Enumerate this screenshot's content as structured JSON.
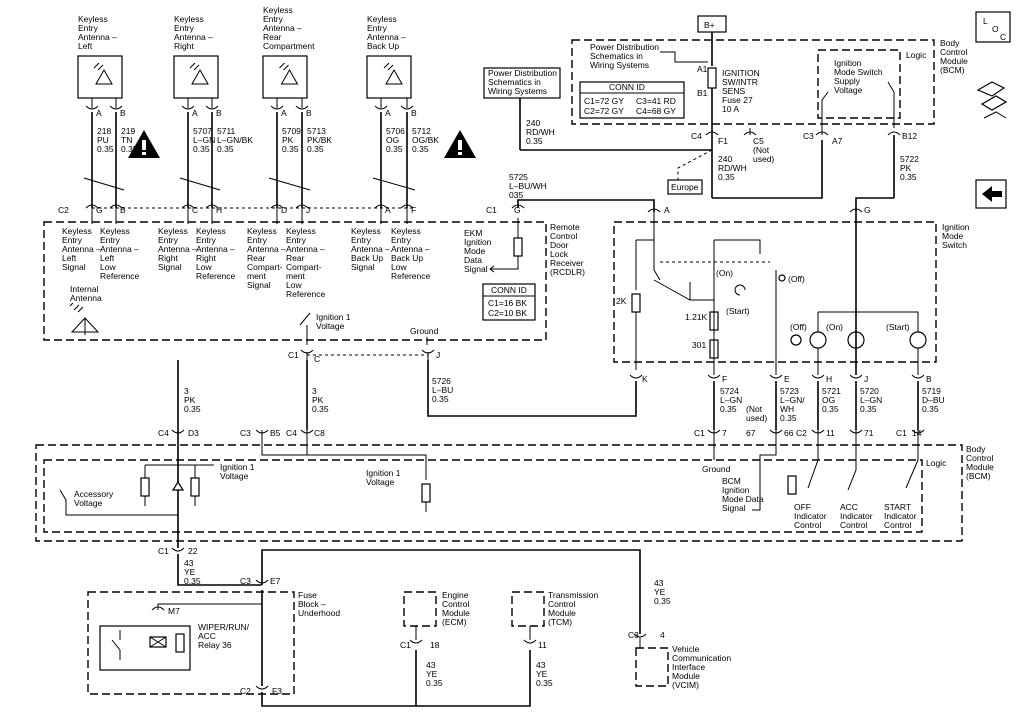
{
  "antennas": [
    {
      "title": [
        "Keyless",
        "Entry",
        "Antenna –",
        "Left"
      ],
      "pins": [
        "A",
        "B"
      ],
      "wires": [
        [
          "218",
          "PU",
          "0.35"
        ],
        [
          "219",
          "TN",
          "0.35"
        ]
      ],
      "conn": [
        "C2",
        "G",
        "B"
      ],
      "signals": [
        [
          "Keyless",
          "Entry",
          "Antenna –",
          "Left",
          "Signal"
        ],
        [
          "Keyless",
          "Entry",
          "Antenna –",
          "Left",
          "Low",
          "Reference"
        ]
      ]
    },
    {
      "title": [
        "Keyless",
        "Entry",
        "Antenna –",
        "Right"
      ],
      "pins": [
        "A",
        "B"
      ],
      "wires": [
        [
          "5707",
          "L–GN",
          "0.35"
        ],
        [
          "5711",
          "L–GN/BK",
          "0.35"
        ]
      ],
      "conn": [
        "",
        "C",
        "H"
      ],
      "signals": [
        [
          "Keyless",
          "Entry",
          "Antenna –",
          "Right",
          "Signal"
        ],
        [
          "Keyless",
          "Entry",
          "Antenna –",
          "Right",
          "Low",
          "Reference"
        ]
      ]
    },
    {
      "title": [
        "Keyless",
        "Entry",
        "Antenna –",
        "Rear",
        "Compartment"
      ],
      "pins": [
        "A",
        "B"
      ],
      "wires": [
        [
          "5709",
          "PK",
          "0.35"
        ],
        [
          "5713",
          "PK/BK",
          "0.35"
        ]
      ],
      "conn": [
        "",
        "D",
        "J"
      ],
      "signals": [
        [
          "Keyless",
          "Entry",
          "Antenna –",
          "Rear",
          "Compart-",
          "ment",
          "Signal"
        ],
        [
          "Keyless",
          "Entry",
          "Antenna –",
          "Rear",
          "Compart-",
          "ment",
          "Low",
          "Reference"
        ]
      ]
    },
    {
      "title": [
        "Keyless",
        "Entry",
        "Antenna –",
        "Back Up"
      ],
      "pins": [
        "A",
        "B"
      ],
      "wires": [
        [
          "5706",
          "OG",
          "0.35"
        ],
        [
          "5712",
          "OG/BK",
          "0.35"
        ]
      ],
      "conn": [
        "",
        "A",
        "F"
      ],
      "signals": [
        [
          "Keyless",
          "Entry",
          "Antenna –",
          "Back Up",
          "Signal"
        ],
        [
          "Keyless",
          "Entry",
          "Antenna –",
          "Back Up",
          "Low",
          "Reference"
        ]
      ]
    }
  ],
  "rcdlr": {
    "title": [
      "Remote",
      "Control",
      "Door",
      "Lock",
      "Receiver",
      "(RCDLR)"
    ],
    "internal_antenna": [
      "Internal",
      "Antenna"
    ],
    "ign_label": [
      "Ignition 1",
      "Voltage"
    ],
    "ground_label": "Ground",
    "ekm_label": [
      "EKM",
      "Ignition",
      "Mode",
      "Data",
      "Signal"
    ],
    "ekm_wire": [
      "5725",
      "L–BU/WH",
      "035"
    ],
    "ekm_conn": [
      "C1",
      "G"
    ],
    "conn_id": {
      "title": "CONN ID",
      "lines": [
        "C1=16 BK",
        "C2=10 BK"
      ]
    },
    "bottom_conn": [
      "C1",
      "C",
      "J"
    ]
  },
  "power": {
    "bplus": "B+",
    "note1": [
      "Power Distribution",
      "Schematics in",
      "Wiring Systems"
    ],
    "note2": [
      "Power Distribution",
      "Schematics in",
      "Wiring Systems"
    ],
    "pins": [
      "A1",
      "B1"
    ],
    "fuse": [
      "IGNITION",
      "SW/INTR",
      "SENS",
      "Fuse 27",
      "10 A"
    ],
    "conn_id": {
      "title": "CONN ID",
      "lines": [
        "C1=72 GY",
        "C3=41 RD",
        "C2=72 GY",
        "C4=68 GY"
      ]
    },
    "wire_left": [
      "240",
      "RD/WH",
      "0.35"
    ],
    "wire_right": [
      "240",
      "RD/WH",
      "0.35"
    ],
    "c4": "C4",
    "f1": "F1",
    "c5": [
      "C5",
      "(Not",
      "used)"
    ],
    "c3": "C3",
    "a7": "A7",
    "b12": "B12",
    "europe": "Europe",
    "ims_supply": [
      "Ignition",
      "Mode Switch",
      "Supply",
      "Voltage"
    ],
    "logic": "Logic",
    "bcm": [
      "Body",
      "Control",
      "Module",
      "(BCM)"
    ],
    "wire_5722": [
      "5722",
      "PK",
      "0.35"
    ]
  },
  "ims": {
    "title": [
      "Ignition",
      "Mode",
      "Switch"
    ],
    "pins": [
      "A",
      "G",
      "K",
      "F",
      "E",
      "H",
      "J",
      "B"
    ],
    "labels": {
      "on": "(On)",
      "off": "(Off)",
      "start": "(Start)"
    },
    "resistors": [
      "2K",
      "1.21K",
      "301"
    ],
    "ind_labels": [
      "(Off)",
      "(On)",
      "(Start)"
    ],
    "wires": [
      [
        "5724",
        "L–GN",
        "0.35"
      ],
      [
        "5723",
        "L–GN/",
        "WH",
        "0.35"
      ],
      [
        "5721",
        "OG",
        "0.35"
      ],
      [
        "5720",
        "L–GN",
        "0.35"
      ],
      [
        "5719",
        "D–BU",
        "0.35"
      ]
    ],
    "not_used": [
      "(Not",
      "used)"
    ],
    "bcm_pins": [
      "C1",
      "7",
      "67",
      "66",
      "C2",
      "11",
      "71",
      "C1",
      "14"
    ]
  },
  "bcm_lower": {
    "title": [
      "Body",
      "Control",
      "Module",
      "(BCM)"
    ],
    "logic": "Logic",
    "acc_label": [
      "Accessory",
      "Voltage"
    ],
    "ign1_a": [
      "Ignition 1",
      "Voltage"
    ],
    "ign1_b": [
      "Ignition 1",
      "Voltage"
    ],
    "ground": "Ground",
    "ekm": [
      "BCM",
      "Ignition",
      "Mode Data",
      "Signal"
    ],
    "controls": [
      [
        "OFF",
        "Indicator",
        "Control"
      ],
      [
        "ACC",
        "Indicator",
        "Control"
      ],
      [
        "START",
        "Indicator",
        "Control"
      ]
    ],
    "wire_3pk_a": [
      "3",
      "PK",
      "0.35"
    ],
    "wire_3pk_b": [
      "3",
      "PK",
      "0.35"
    ],
    "wire_5726": [
      "5726",
      "L–BU",
      "0.35"
    ],
    "pins": [
      "C4",
      "D3",
      "C3",
      "B5",
      "C4",
      "C8",
      "C1",
      "22"
    ]
  },
  "fuse_block": {
    "title": [
      "Fuse",
      "Block –",
      "Underhood"
    ],
    "relay": [
      "WIPER/RUN/",
      "ACC",
      "Relay 36"
    ],
    "m7": "M7",
    "c3": "C3",
    "e7": "E7",
    "c2": "C2",
    "f3": "F3",
    "wire_43": [
      "43",
      "YE",
      "0.35"
    ]
  },
  "modules": {
    "ecm": {
      "title": [
        "Engine",
        "Control",
        "Module",
        "(ECM)"
      ],
      "conn": [
        "C1",
        "18"
      ],
      "wire": [
        "43",
        "YE",
        "0.35"
      ]
    },
    "tcm": {
      "title": [
        "Transmission",
        "Control",
        "Module",
        "(TCM)"
      ],
      "conn": [
        "11"
      ],
      "wire": [
        "43",
        "YE",
        "0.35"
      ]
    },
    "vcim": {
      "title": [
        "Vehicle",
        "Communication",
        "Interface",
        "Module",
        "(VCIM)"
      ],
      "conn": [
        "C3",
        "4"
      ],
      "wire": [
        "43",
        "YE",
        "0.35"
      ]
    }
  },
  "side_icons": [
    "loc-icon",
    "connector-icon",
    "back-arrow-icon"
  ],
  "loc_text": [
    "L",
    "O",
    "C"
  ]
}
